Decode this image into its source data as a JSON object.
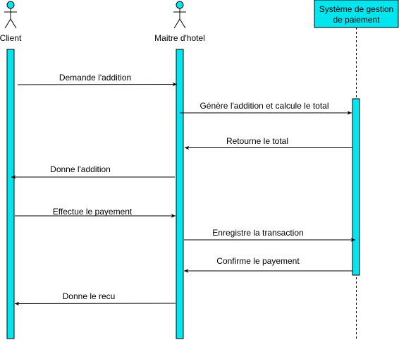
{
  "diagram": {
    "colors": {
      "activation_fill": "#00e5ee",
      "activation_stroke": "#000000",
      "system_box_fill": "#00e5ee",
      "arrow": "#000000",
      "background": "#ffffff"
    },
    "participants": [
      {
        "id": "client",
        "kind": "actor",
        "label": "Client"
      },
      {
        "id": "maitre",
        "kind": "actor",
        "label": "Maitre d'hotel"
      },
      {
        "id": "systeme",
        "kind": "system",
        "label_line1": "Système de gestion",
        "label_line2": "de paiement"
      }
    ],
    "messages": [
      {
        "label": "Demande l'addition",
        "from": "client",
        "to": "maitre"
      },
      {
        "label": "Génère l'addition et calcule le total",
        "from": "maitre",
        "to": "systeme"
      },
      {
        "label": "Retourne le total",
        "from": "systeme",
        "to": "maitre"
      },
      {
        "label": "Donne l'addition",
        "from": "maitre",
        "to": "client"
      },
      {
        "label": "Effectue le payement",
        "from": "client",
        "to": "maitre"
      },
      {
        "label": "Enregistre la transaction",
        "from": "maitre",
        "to": "systeme"
      },
      {
        "label": "Confirme le payement",
        "from": "systeme",
        "to": "maitre"
      },
      {
        "label": "Donne le recu",
        "from": "maitre",
        "to": "client"
      }
    ]
  }
}
